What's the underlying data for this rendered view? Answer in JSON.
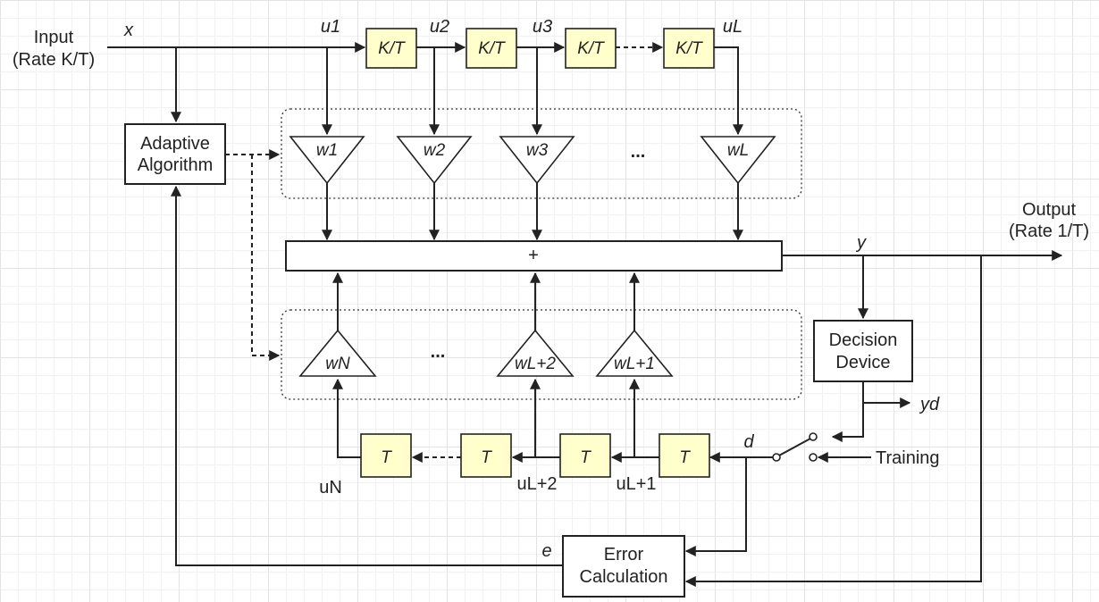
{
  "labels": {
    "input": "Input",
    "input_rate": "(Rate K/T)",
    "x": "x",
    "u1": "u1",
    "u2": "u2",
    "u3": "u3",
    "uL": "uL",
    "kt": "K/T",
    "adaptive_line1": "Adaptive",
    "adaptive_line2": "Algorithm",
    "w1": "w1",
    "w2": "w2",
    "w3": "w3",
    "wL": "wL",
    "ellipsis": "...",
    "sum": "+",
    "output": "Output",
    "output_rate": "(Rate 1/T)",
    "y": "y",
    "decision_line1": "Decision",
    "decision_line2": "Device",
    "yd": "yd",
    "wN": "wN",
    "wL2": "wL+2",
    "wL1": "wL+1",
    "t": "T",
    "d": "d",
    "training": "Training",
    "uN": "uN",
    "uL2": "uL+2",
    "uL1": "uL+1",
    "e": "e",
    "error_line1": "Error",
    "error_line2": "Calculation"
  }
}
